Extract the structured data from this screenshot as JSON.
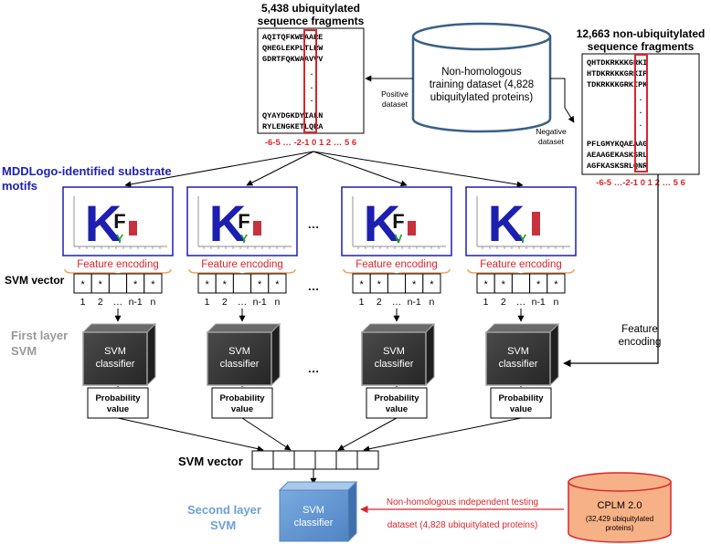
{
  "positive_set": {
    "title_line1": "5,438 ubiquitylated",
    "title_line2": "sequence fragments",
    "rows_top": [
      "AQITQFKWEAARE",
      "QHEGLEKPLTLRW",
      "GDRTFQKWAAVVV"
    ],
    "dots": [
      ".",
      ".",
      "."
    ],
    "rows_bottom": [
      "QYAYDGKDYIALN",
      "RYLENGKETLQRA"
    ],
    "positions": "-6-5 … -2-1 0 1 2 … 5 6",
    "arrow_label_line1": "Positive",
    "arrow_label_line2": "dataset"
  },
  "training_db": {
    "line1": "Non-homologous",
    "line2": "training dataset (4,828",
    "line3": "ubiquitylated proteins)"
  },
  "negative_set": {
    "title_line1": "12,663 non-ubiquitylated",
    "title_line2": "sequence fragments",
    "rows_top": [
      "QHTDKRKKKGRKI",
      "HTDKRKKKGRKIP",
      "TDKRKKKGRKIPK"
    ],
    "dots": [
      ".",
      ".",
      "."
    ],
    "rows_bottom": [
      "PFLGMYKQAEAAG",
      "AEAAGEKASKSRL",
      "AGFKASKSRLQNR"
    ],
    "positions": "-6-5 …-2-1 0 1 2 … 5 6",
    "arrow_label_line1": "Negative",
    "arrow_label_line2": "dataset"
  },
  "motifs_title_line1": "MDDLogo-identified substrate",
  "motifs_title_line2": "motifs",
  "logo_letters": [
    {
      "big": "K",
      "mid": "F",
      "small": "Y"
    },
    {
      "big": "K",
      "mid": "F",
      "small": "Y"
    },
    {
      "big": "K",
      "mid": "F",
      "small": "V"
    },
    {
      "big": "K",
      "mid": "",
      "small": "Y"
    }
  ],
  "feature_encoding": "Feature encoding",
  "svm_vector_label": "SVM vector",
  "vector_cells": [
    "*",
    "*",
    "",
    "*",
    "*"
  ],
  "vector_indices": [
    "1",
    "2",
    "…",
    "n-1",
    "n"
  ],
  "ellipsis": "…",
  "first_layer_line1": "First layer",
  "first_layer_line2": "SVM",
  "classifier_line1": "SVM",
  "classifier_line2": "classifier",
  "probability_line1": "Probability",
  "probability_line2": "value",
  "feature_arrow_line1": "Feature",
  "feature_arrow_line2": "encoding",
  "svm_vector2_label": "SVM vector",
  "second_layer_line1": "Second layer",
  "second_layer_line2": "SVM",
  "testing_line1": "Non-homologous independent testing",
  "testing_line2": "dataset (4,828 ubiquitylated proteins)",
  "cplm": {
    "line1": "CPLM 2.0",
    "line2": "(32,429 ubiquitylated",
    "line3": "proteins)"
  },
  "colors": {
    "red": "#d9262c",
    "blue": "#1c1fb0",
    "orange": "#f0a060",
    "gray_text": "#9a9a9a",
    "steel": "#4a6d8c",
    "light_blue": "#6e9fd4",
    "cplm_fill": "#f7b186",
    "cube_dark": "#3a3a3a"
  }
}
